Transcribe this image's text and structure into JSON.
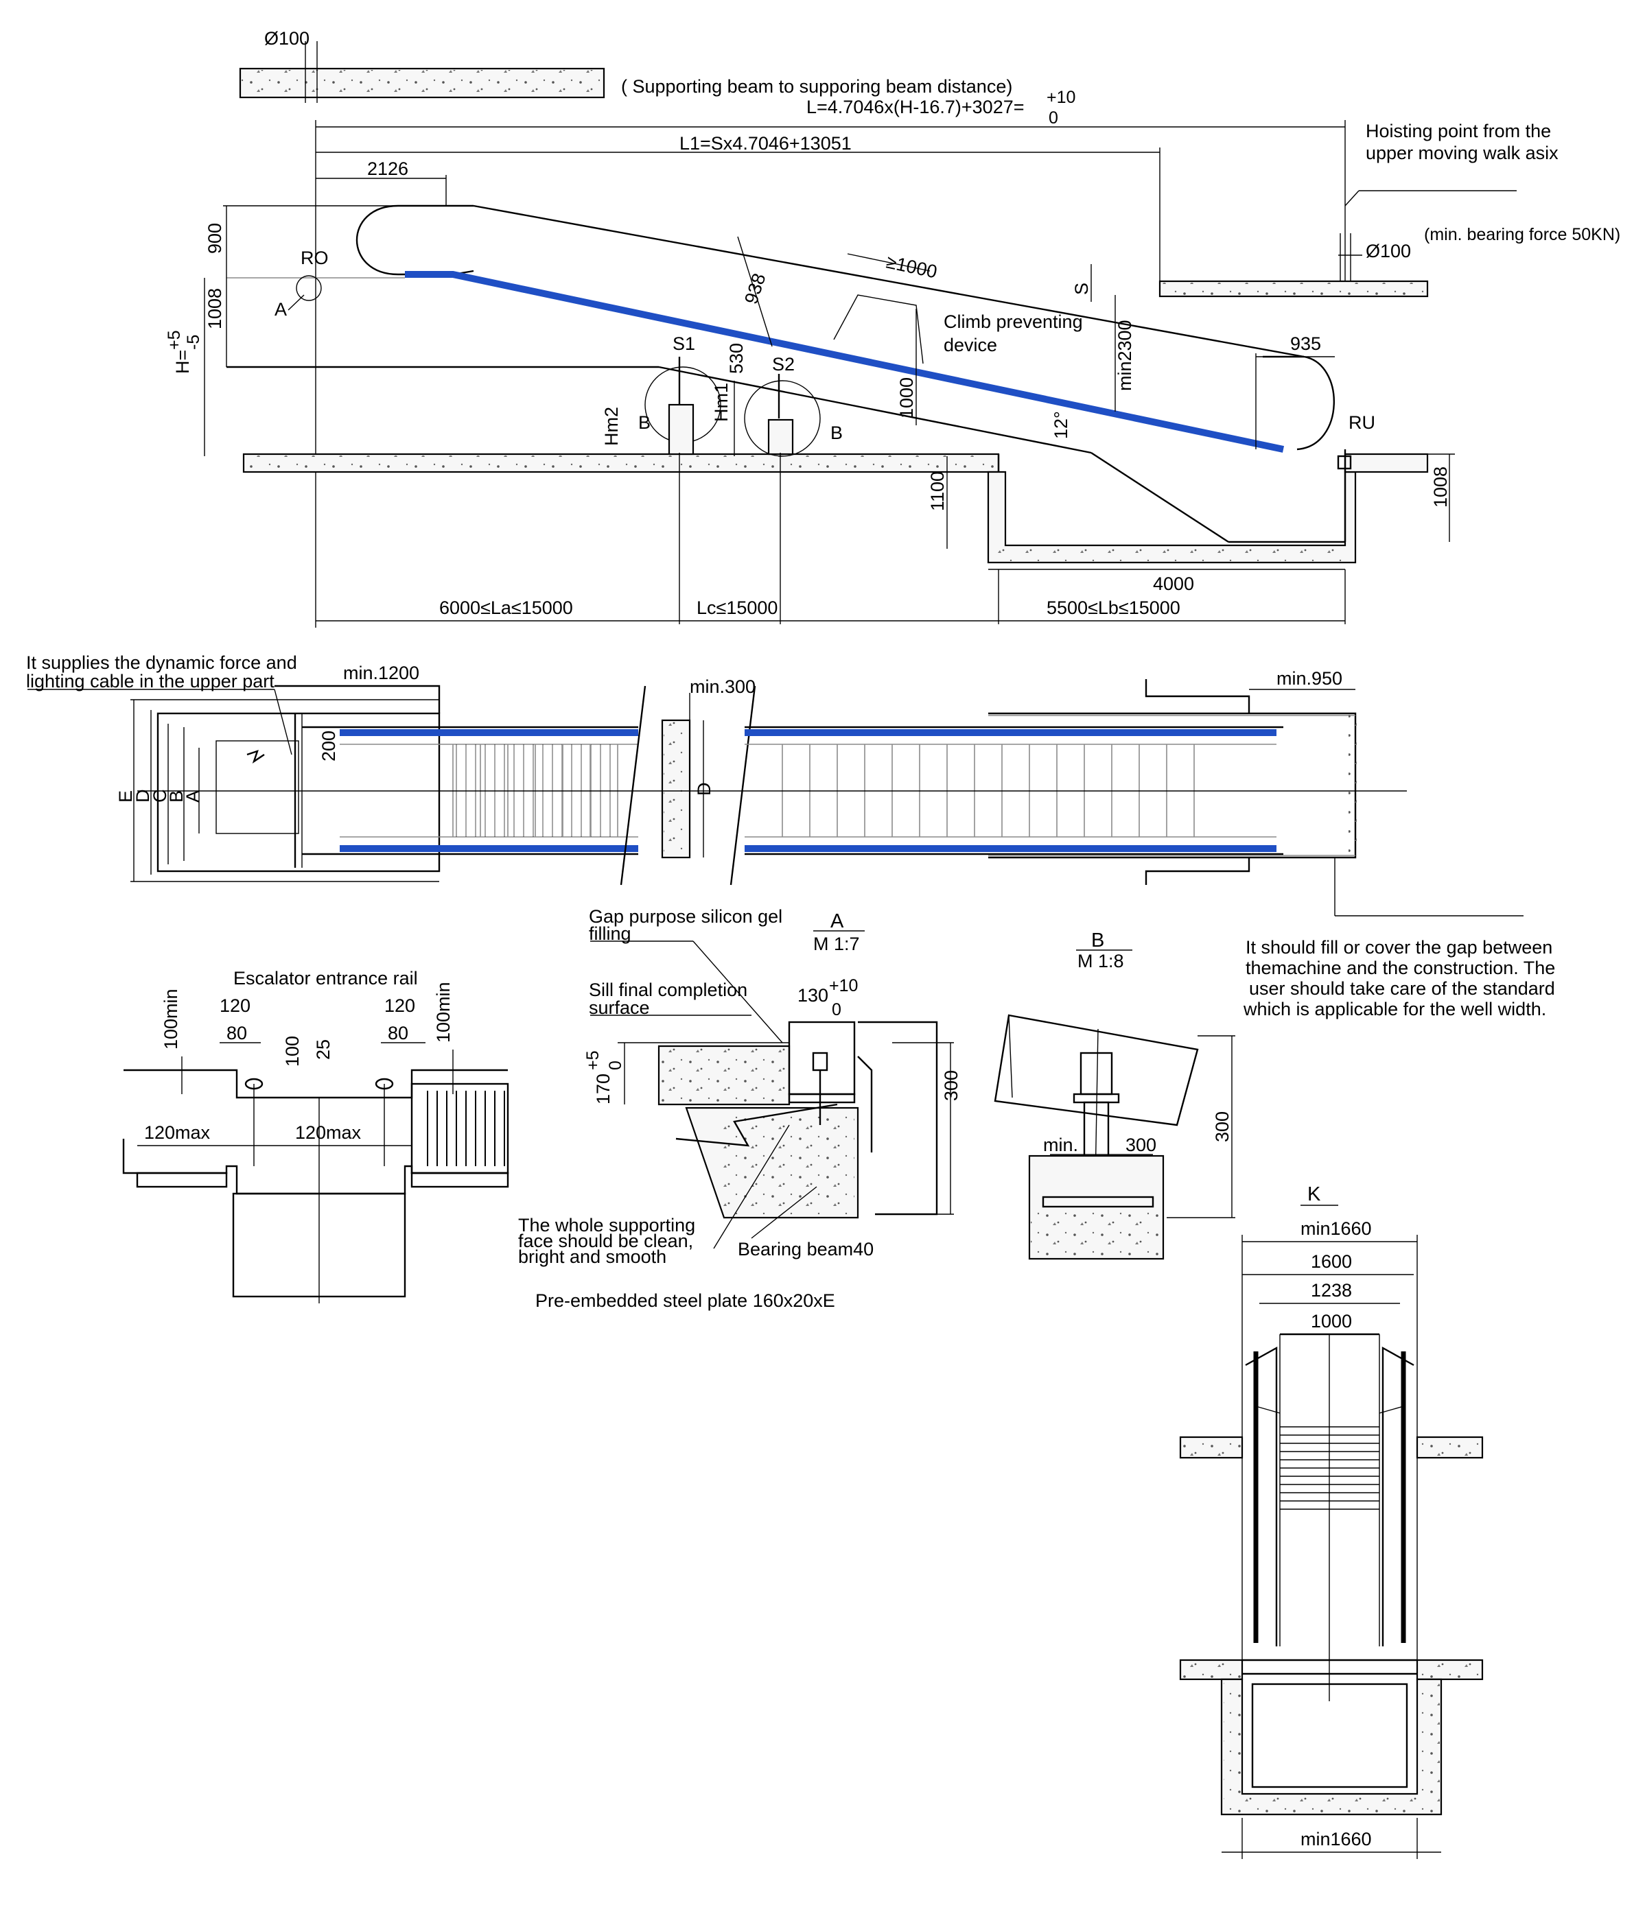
{
  "profile": {
    "d_top": "Ø100",
    "beam_note": "( Supporting beam to supporing beam distance)",
    "L_formula": "L=4.7046x(H-16.7)+3027=",
    "L_tol_plus": "+10",
    "L_tol_zero": "0",
    "L1_formula": "L1=Sx4.7046+13051",
    "dim_2126": "2126",
    "hoist_note_1": "Hoisting point from the",
    "hoist_note_2": "upper moving walk asix",
    "bearing_note": "(min. bearing force 50KN)",
    "d_right": "Ø100",
    "dim_900": "900",
    "label_RO": "RO",
    "dim_1008_left": "1008",
    "label_A": "A",
    "H_label": "H=",
    "H_tol_plus": "+5",
    "H_tol_minus": "-5",
    "dim_938": "938",
    "dim_ge1000": "≥1000",
    "label_S": "S",
    "climb_1": "Climb preventing",
    "climb_2": "device",
    "dim_min2300": "min2300",
    "dim_935": "935",
    "label_S1": "S1",
    "label_S2": "S2",
    "dim_530": "530",
    "label_Hm1": "Hm1",
    "label_Hm2": "Hm2",
    "label_B1": "B",
    "label_B2": "B",
    "dim_1000": "1000",
    "angle": "12°",
    "label_RU": "RU",
    "dim_1008_right": "1008",
    "dim_1100": "1100",
    "dim_4000": "4000",
    "La": "6000≤La≤15000",
    "Lc": "Lc≤15000",
    "Lb": "5500≤Lb≤15000"
  },
  "plan": {
    "note_1": "It supplies the dynamic force and",
    "note_2": "lighting cable in the upper part",
    "min1200": "min.1200",
    "min300": "min.300",
    "min950": "min.950",
    "dim_200": "200",
    "label_E": "E",
    "label_D": "D",
    "label_C": "C",
    "label_B": "B",
    "label_A": "A",
    "label_D_mid": "D",
    "gap_note_1": "It should fill or cover the gap between",
    "gap_note_2": "themachine and the construction. The",
    "gap_note_3": "user should take care of the standard",
    "gap_note_4": "which is applicable for the well width."
  },
  "rail": {
    "title": "Escalator entrance rail",
    "min100_left": "100min",
    "min100_right": "100min",
    "d120_left": "120",
    "d120_right": "120",
    "d80_left": "80",
    "d80_right": "80",
    "d100": "100",
    "d25": "25",
    "max120_left": "120max",
    "max120_mid": "120max"
  },
  "detailA": {
    "gap_1": "Gap purpose silicon gel",
    "gap_2": "filling",
    "title": "A",
    "scale": "M 1:7",
    "sill_1": "Sill final completion",
    "sill_2": "surface",
    "d130": "130",
    "d130_plus": "+10",
    "d130_zero": "0",
    "d170": "170",
    "d170_plus": "+5",
    "d170_zero": "0",
    "d300": "300",
    "face_1": "The whole supporting",
    "face_2": "face should be clean,",
    "face_3": "bright and smooth",
    "beam": "Bearing beam40",
    "plate": "Pre-embedded steel plate 160x20xE"
  },
  "detailB": {
    "title": "B",
    "scale": "M 1:8",
    "min": "min.",
    "d300_h": "300",
    "d300_v": "300"
  },
  "sectionK": {
    "title": "K",
    "min1660_top": "min1660",
    "d1600": "1600",
    "d1238": "1238",
    "d1000": "1000",
    "min1660_bottom": "min1660"
  },
  "colors": {
    "belt": "#1f4fc4",
    "line": "#000000",
    "concrete": "#f7f7f7"
  }
}
